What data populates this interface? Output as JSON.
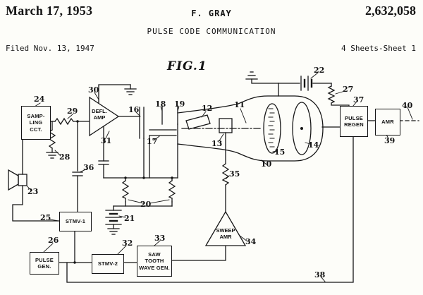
{
  "header": {
    "date": "March 17, 1953",
    "inventor": "F. GRAY",
    "patent_number": "2,632,058",
    "doc_title": "PULSE CODE COMMUNICATION",
    "filed": "Filed Nov. 13, 1947",
    "sheet": "4 Sheets-Sheet 1"
  },
  "figure": {
    "title": "FIG.1",
    "blocks": {
      "sampling": "SAMP-\nLING\nCCT.",
      "defl_amp": "DEFL.\nAMP",
      "pulse_regen": "PULSE\nREGEN",
      "amr": "AMR",
      "stmv1": "STMV-1",
      "pulse_gen": "PULSE\nGEN.",
      "stmv2": "STMV-2",
      "sawtooth": "SAW\nTOOTH\nWAVE GEN.",
      "sweep_amr": "SWEEP\nAMR"
    },
    "refs": {
      "r10": "10",
      "r11": "11",
      "r12": "12",
      "r13": "13",
      "r14": "14",
      "r15": "15",
      "r16": "16",
      "r17": "17",
      "r18": "18",
      "r19": "19",
      "r20": "20",
      "r21": "21",
      "r22": "22",
      "r23": "23",
      "r24": "24",
      "r25": "25",
      "r26": "26",
      "r27": "27",
      "r28": "28",
      "r29": "29",
      "r30": "30",
      "r31": "31",
      "r32": "32",
      "r33": "33",
      "r34": "34",
      "r35": "35",
      "r36": "36",
      "r37": "37",
      "r38": "38",
      "r39": "39",
      "r40": "40"
    }
  }
}
